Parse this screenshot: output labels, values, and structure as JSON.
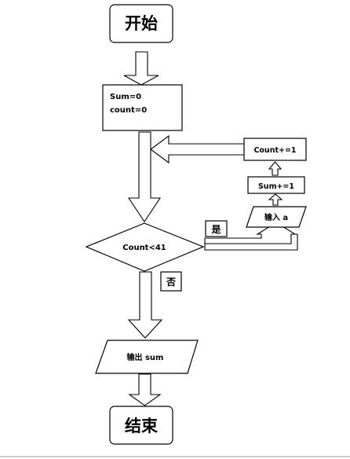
{
  "nodes": {
    "start": "开始",
    "init_line1": "Sum=0",
    "init_line2": "count=0",
    "decision": "Count<41",
    "input": "输入 a",
    "sum_update": "Sum+=1",
    "count_update": "Count+=1",
    "output": "输出 sum",
    "end": "结束"
  },
  "edge_labels": {
    "yes": "是",
    "no": "否"
  }
}
